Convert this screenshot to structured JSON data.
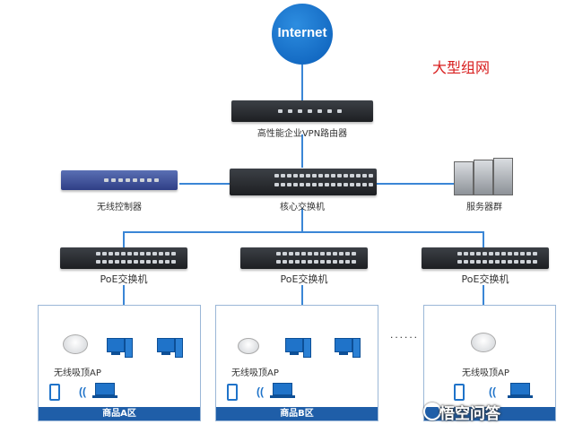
{
  "internet_label": "Internet",
  "title": "大型组网",
  "router_label": "高性能企业VPN路由器",
  "controller_label": "无线控制器",
  "core_switch_label": "核心交换机",
  "server_label": "服务器群",
  "poe_switches": [
    {
      "label": "PoE交换机"
    },
    {
      "label": "PoE交换机"
    },
    {
      "label": "PoE交换机"
    }
  ],
  "zones": [
    {
      "ap_label": "无线吸顶AP",
      "bar_label": "商品A区"
    },
    {
      "ap_label": "无线吸顶AP",
      "bar_label": "商品B区"
    },
    {
      "ap_label": "无线吸顶AP",
      "bar_label": ""
    }
  ],
  "ellipsis": "......",
  "watermark": "悟空问答",
  "colors": {
    "line": "#3a86d6",
    "zone_bar": "#1f5ea8",
    "title": "#d81e1e",
    "internet": "#0a5db8"
  }
}
